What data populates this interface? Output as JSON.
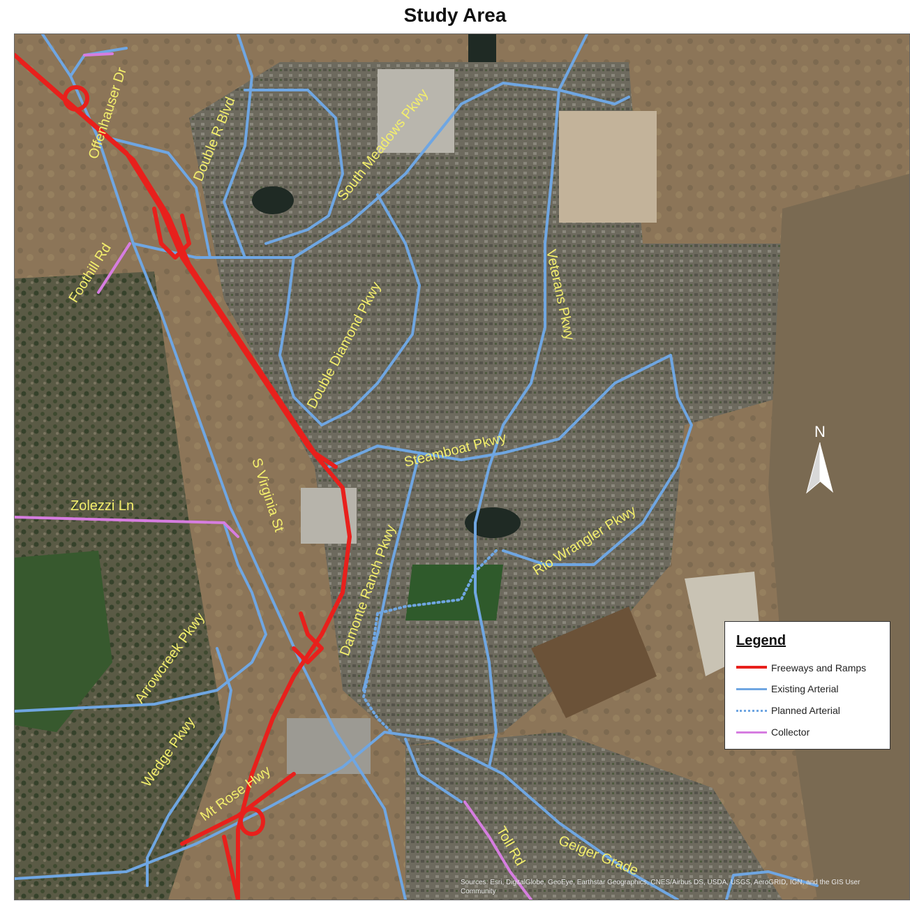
{
  "title": "Study Area",
  "colors": {
    "freeway": "#e8201c",
    "arterial": "#6fa6e2",
    "collector": "#d67de0",
    "label": "#f3ee6c"
  },
  "legend": {
    "title": "Legend",
    "items": [
      {
        "label": "Freeways and Ramps",
        "style": "freeway"
      },
      {
        "label": "Existing Arterial",
        "style": "arterial"
      },
      {
        "label": "Planned Arterial",
        "style": "planned"
      },
      {
        "label": "Collector",
        "style": "collector"
      }
    ]
  },
  "roads": {
    "offenhauser": "Offenhauser Dr",
    "double_r": "Double R Blvd",
    "south_meadows": "South Meadows Pkwy",
    "foothill": "Foothill Rd",
    "double_diamond": "Double Diamond Pkwy",
    "veterans": "Veterans Pkwy",
    "steamboat": "Steamboat Pkwy",
    "s_virginia": "S Virginia St",
    "zolezzi": "Zolezzi Ln",
    "rio_wrangler": "Rio Wrangler Pkwy",
    "damonte": "Damonte Ranch Pkwy",
    "arrowcreek": "Arrowcreek Pkwy",
    "wedge": "Wedge Pkwy",
    "mt_rose": "Mt Rose Hwy",
    "toll": "Toll Rd",
    "geiger": "Geiger Grade"
  },
  "north_arrow": "N",
  "attribution": "Sources: Esri, DigitalGlobe, GeoEye, Earthstar Geographics, CNES/Airbus DS, USDA, USGS, AeroGRID, IGN, and the GIS User Community"
}
